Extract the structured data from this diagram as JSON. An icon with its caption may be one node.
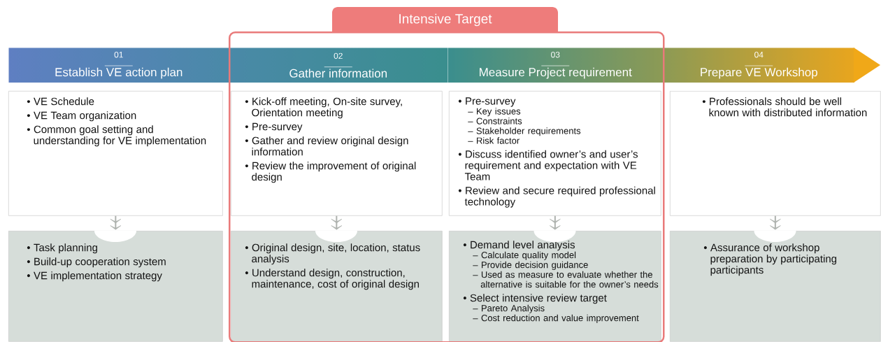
{
  "diagram": {
    "nodes": [
      {
        "text": [
          "Intensive Target"
        ]
      },
      {
        "text": [
          "01",
          "Establish VE action plan"
        ]
      },
      {
        "text": [
          "02",
          "Gather information"
        ],
        "in": 0
      },
      {
        "text": [
          "03",
          "Measure Project requirement"
        ],
        "in": 0
      },
      {
        "text": [
          "04",
          "Prepare VE Workshop"
        ]
      },
      {
        "text": [
          "• VE Schedule",
          "• VE Team organization",
          "• Common goal setting and understanding for VE implementation"
        ]
      },
      {
        "text": [
          "• Task planning",
          "• Build-up cooperation system",
          "• VE implementation strategy"
        ]
      },
      {
        "text": [
          "• Kick-off meeting, On-site survey, Orientation meeting",
          "• Pre-survey",
          "• Gather and review original design information",
          "• Review the improvement of original design"
        ],
        "in": 0
      },
      {
        "text": [
          "• Original design, site, location, status analysis",
          "• Understand design, construction, maintenance, cost of original design"
        ],
        "in": 0
      },
      {
        "text": [
          "• Pre-survey",
          "– Key issues",
          "– Constraints",
          "– Stakeholder requirements",
          "– Risk factor",
          "• Discuss identified owner’s and user’s requirement and expectation with VE Team",
          "• Review and secure required professional technology"
        ],
        "in": 0
      },
      {
        "text": [
          "• Demand level analysis",
          "– Calculate quality model",
          "– Provide decision guidance",
          "– Used as measure to evaluate whether the alternative is suitable for the owner’s needs",
          "• Select intensive review target",
          "– Pareto Analysis",
          "– Cost reduction and value improvement"
        ],
        "in": 0
      },
      {
        "text": [
          "• Professionals should be well known with distributed information"
        ]
      },
      {
        "text": [
          "• Assurance of workshop preparation by participating participants"
        ]
      }
    ],
    "edges": [
      {
        "from": 5,
        "to": 6,
        "arrow": "to"
      },
      {
        "from": 7,
        "to": 8,
        "arrow": "to"
      },
      {
        "from": 9,
        "to": 10,
        "arrow": "to"
      },
      {
        "from": 11,
        "to": 12,
        "arrow": "to"
      }
    ]
  }
}
